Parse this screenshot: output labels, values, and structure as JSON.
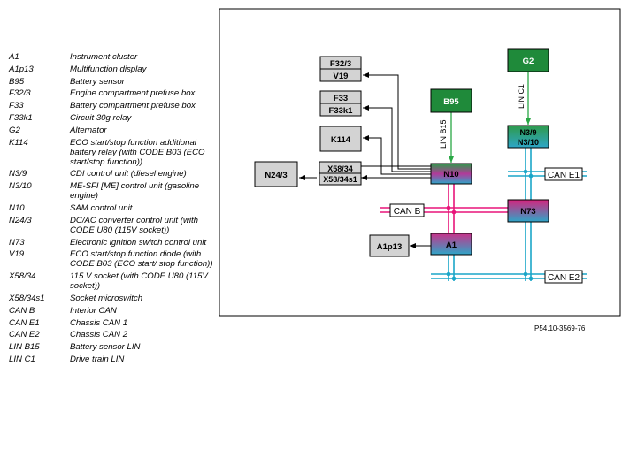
{
  "legend": [
    {
      "code": "A1",
      "desc": "Instrument cluster"
    },
    {
      "code": "A1p13",
      "desc": "Multifunction display"
    },
    {
      "code": "B95",
      "desc": "Battery sensor"
    },
    {
      "code": "F32/3",
      "desc": "Engine compartment prefuse box"
    },
    {
      "code": "F33",
      "desc": "Battery compartment prefuse box"
    },
    {
      "code": "F33k1",
      "desc": "Circuit 30g relay"
    },
    {
      "code": "G2",
      "desc": "Alternator"
    },
    {
      "code": "K114",
      "desc": "ECO start/stop function additional battery relay (with CODE B03 (ECO start/stop function))"
    },
    {
      "code": "N3/9",
      "desc": "CDI control unit (diesel engine)"
    },
    {
      "code": "N3/10",
      "desc": "ME-SFI [ME] control unit (gasoline engine)"
    },
    {
      "code": "N10",
      "desc": "SAM control unit"
    },
    {
      "code": "N24/3",
      "desc": "DC/AC converter control unit (with CODE U80 (115V socket))"
    },
    {
      "code": "N73",
      "desc": "Electronic ignition switch control unit"
    },
    {
      "code": "V19",
      "desc": "ECO start/stop function diode (with CODE B03 (ECO start/ stop function))"
    },
    {
      "code": "X58/34",
      "desc": "115 V socket (with CODE U80 (115V socket))"
    },
    {
      "code": "X58/34s1",
      "desc": "Socket microswitch"
    },
    {
      "code": "CAN B",
      "desc": "Interior CAN"
    },
    {
      "code": "CAN E1",
      "desc": "Chassis CAN 1"
    },
    {
      "code": "CAN E2",
      "desc": "Chassis CAN 2"
    },
    {
      "code": "LIN B15",
      "desc": "Battery sensor LIN"
    },
    {
      "code": "LIN C1",
      "desc": "Drive train LIN"
    }
  ],
  "boxes": {
    "f32_3": "F32/3",
    "v19": "V19",
    "f33": "F33",
    "f33k1": "F33k1",
    "k114": "K114",
    "n24_3": "N24/3",
    "x58_34": "X58/34",
    "x58_34s1": "X58/34s1",
    "b95": "B95",
    "g2": "G2",
    "n3_9": "N3/9",
    "n3_10": "N3/10",
    "n10": "N10",
    "n73": "N73",
    "a1": "A1",
    "a1p13": "A1p13"
  },
  "buses": {
    "lin_b15": "LIN B15",
    "lin_c1": "LIN C1",
    "can_b": "CAN B",
    "can_e1": "CAN E1",
    "can_e2": "CAN E2"
  },
  "reference": "P54.10-3569-76",
  "colors": {
    "can_b": "#e8157a",
    "can_e": "#1aa6c8",
    "lin": "#2aa845",
    "green_box": "#1f8a3a",
    "grey_box": "#d3d3d3"
  }
}
